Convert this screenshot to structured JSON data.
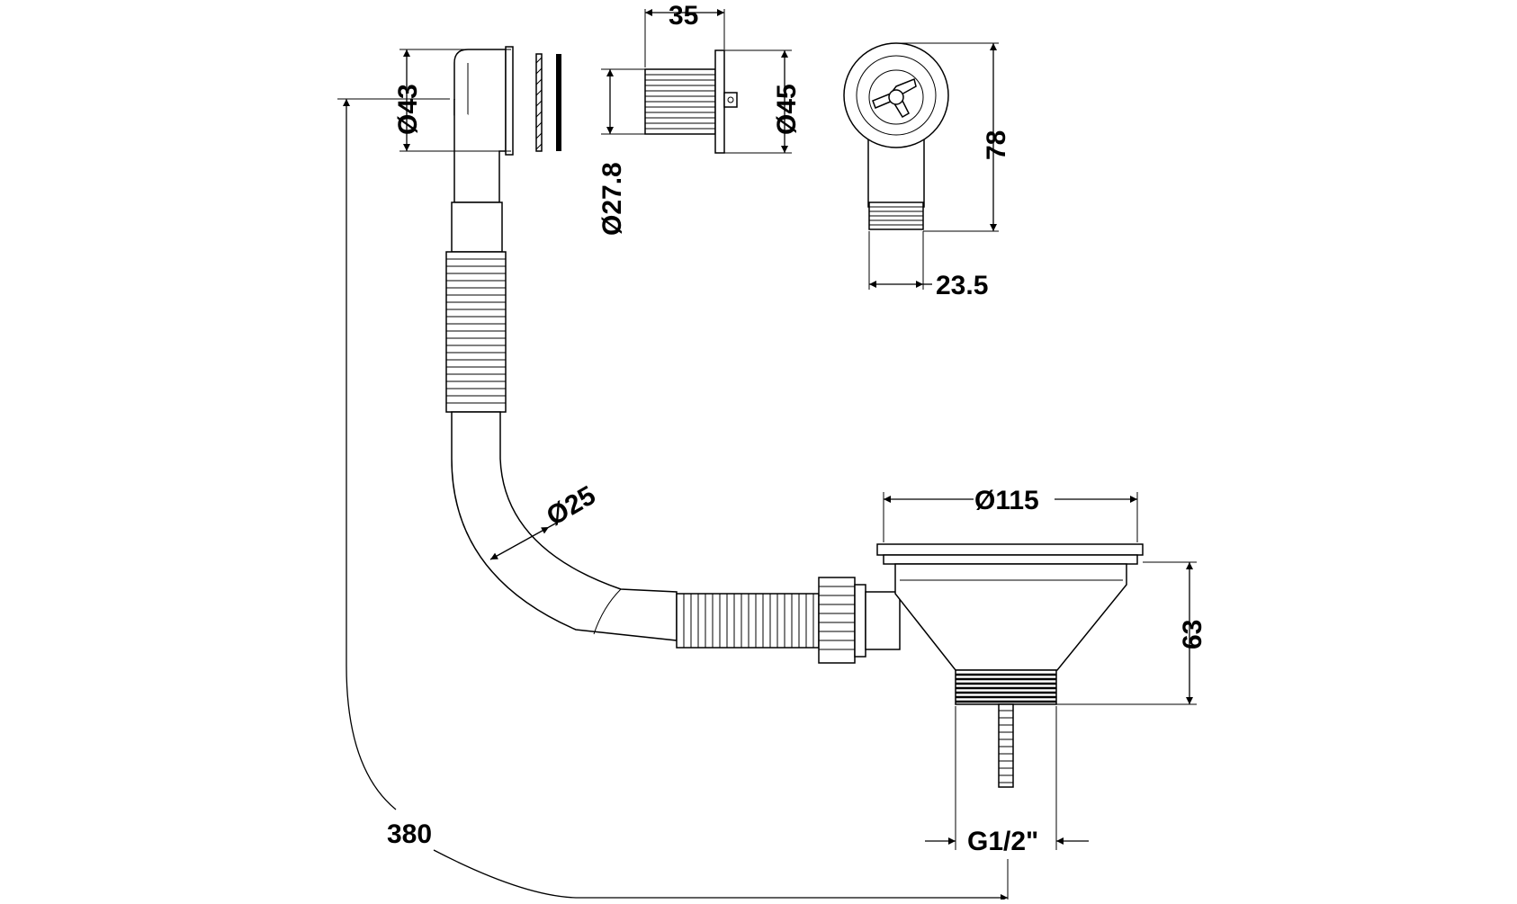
{
  "drawing": {
    "line_color": "#000000",
    "background": "#ffffff"
  },
  "dimensions": {
    "d43": "Ø43",
    "d35": "35",
    "d45": "Ø45",
    "d27_8": "Ø27.8",
    "d78": "78",
    "d23_5": "23.5",
    "d25": "Ø25",
    "d115": "Ø115",
    "d63": "63",
    "g12": "G1/2\"",
    "d380": "380"
  }
}
